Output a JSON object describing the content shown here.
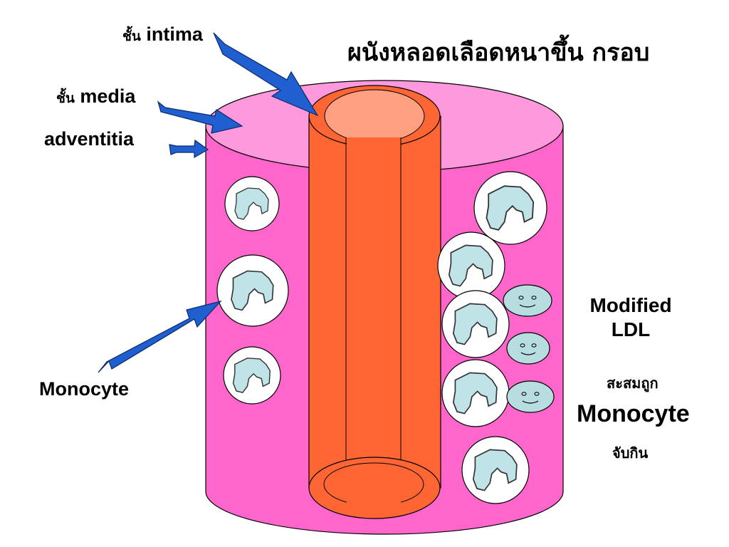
{
  "title": "ผนังหลอดเลือดหนาขึ้น กรอบ",
  "layers": {
    "intima": {
      "prefix": "ชั้น",
      "name": "intima"
    },
    "media": {
      "prefix": "ชั้น",
      "name": "media"
    },
    "adventitia": {
      "name": "adventitia"
    }
  },
  "monocyte_label": "Monocyte",
  "right_labels": {
    "modified": "Modified",
    "ldl": "LDL",
    "accumulate": "สะสมถูก",
    "monocyte": "Monocyte",
    "engulf": "จับกิน"
  },
  "colors": {
    "outer_wall": "#ff66cc",
    "outer_top": "#ff99dd",
    "lumen_wall": "#ff6633",
    "lumen_top": "#ffa080",
    "arrow": "#1f5fcf",
    "cell_fill": "#ffffff",
    "nucleus": "#bfe3e6",
    "ldl": "#b8dde0"
  }
}
